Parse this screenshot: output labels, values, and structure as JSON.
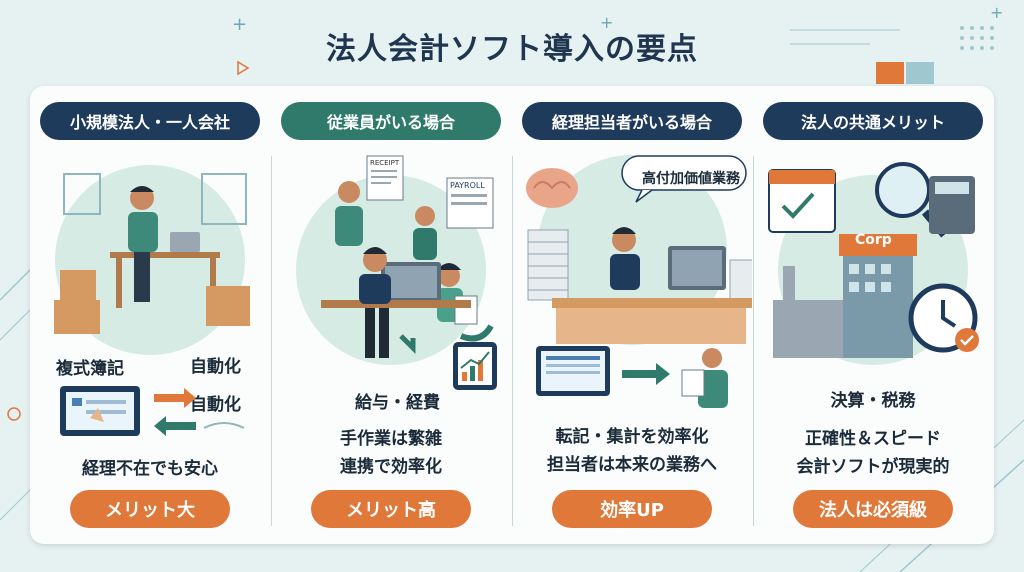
{
  "title": "法人会計ソフト導入の要点",
  "columns": [
    {
      "header": "小規模法人・一人会社",
      "label_a": "複式簿記",
      "label_b": "自動化",
      "label_c": "自動化",
      "text": "経理不在でも安心",
      "badge": "メリット大"
    },
    {
      "header": "従業員がいる場合",
      "label_a": "給与・経費",
      "line1": "手作業は繁雑",
      "line2": "連携で効率化",
      "badge": "メリット高",
      "doc_receipt": "RECEIPT",
      "doc_payroll": "PAYROLL"
    },
    {
      "header": "経理担当者がいる場合",
      "bubble": "高付加価値業務",
      "line1": "転記・集計を効率化",
      "line2": "担当者は本来の業務へ",
      "badge": "効率UP"
    },
    {
      "header": "法人の共通メリット",
      "building_sign": "Corp",
      "line1": "決算・税務",
      "line2": "正確性＆スピード",
      "line3": "会計ソフトが現実的",
      "badge": "法人は必須級"
    }
  ],
  "colors": {
    "navy": "#1f3b5c",
    "green": "#2f7a6a",
    "orange": "#e0783a",
    "circle": "#d5ebe3"
  }
}
